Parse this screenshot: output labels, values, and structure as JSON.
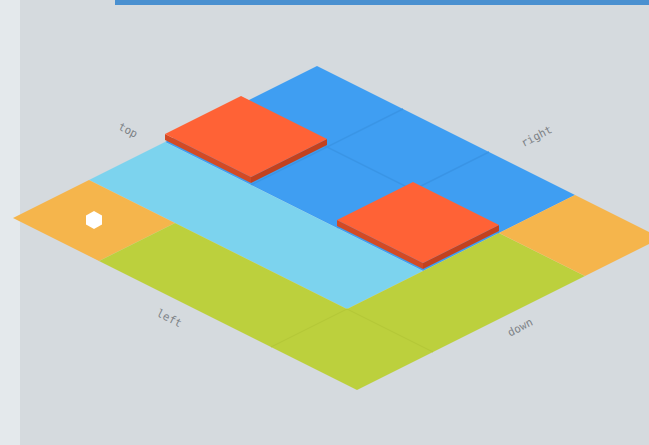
{
  "diagram": {
    "labels": [
      "top",
      "right",
      "left",
      "down"
    ]
  }
}
